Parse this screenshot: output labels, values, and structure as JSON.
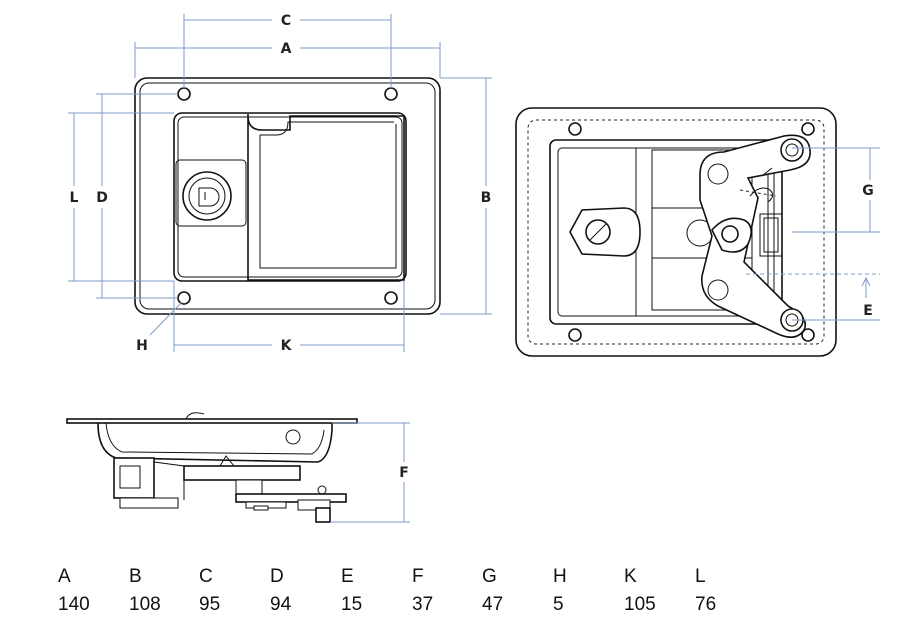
{
  "labels": {
    "A": "A",
    "B": "B",
    "C": "C",
    "D": "D",
    "E": "E",
    "F": "F",
    "G": "G",
    "H": "H",
    "K": "K",
    "L": "L"
  },
  "table": [
    {
      "key": "A",
      "value": "140"
    },
    {
      "key": "B",
      "value": "108"
    },
    {
      "key": "C",
      "value": "95"
    },
    {
      "key": "D",
      "value": "94"
    },
    {
      "key": "E",
      "value": "15"
    },
    {
      "key": "F",
      "value": "37"
    },
    {
      "key": "G",
      "value": "47"
    },
    {
      "key": "H",
      "value": "5"
    },
    {
      "key": "K",
      "value": "105"
    },
    {
      "key": "L",
      "value": "76"
    }
  ],
  "colors": {
    "dimension_line": "#7f9bc9",
    "outline": "#111111"
  }
}
